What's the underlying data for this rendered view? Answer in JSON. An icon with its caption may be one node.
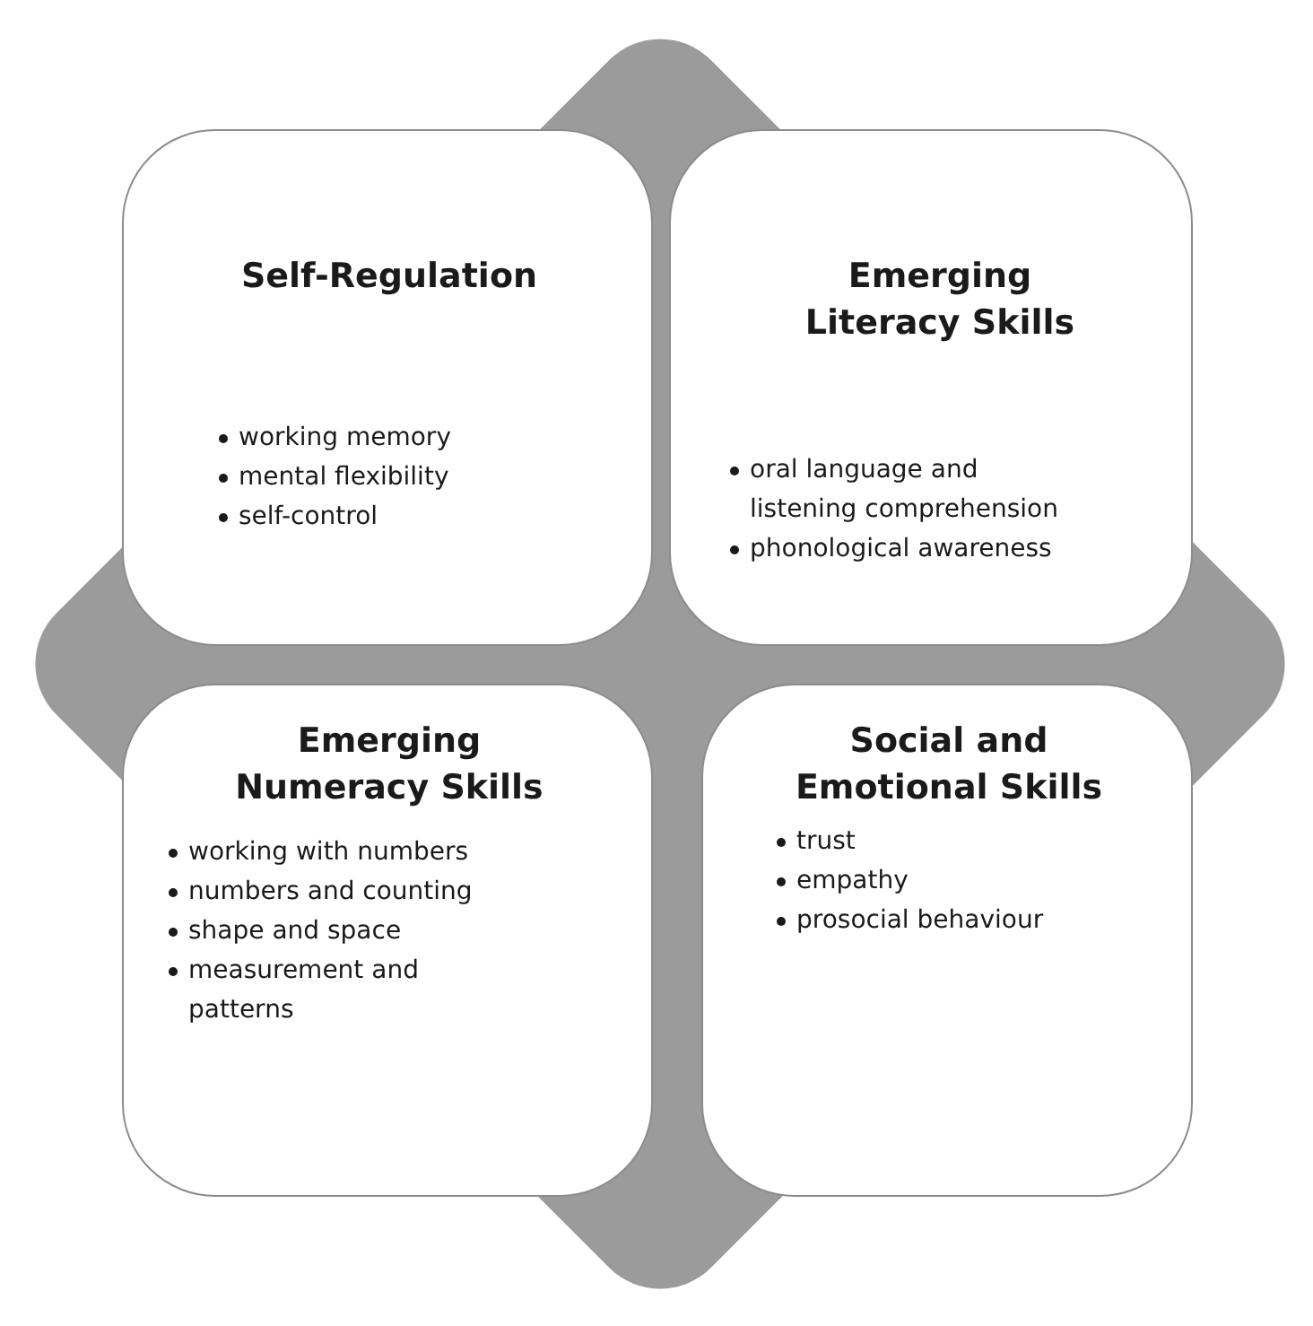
{
  "diagram": {
    "nodes": [
      {
        "text": [
          "Self-Regulation",
          "working memory",
          "mental flexibility",
          "self-control"
        ]
      },
      {
        "text": [
          "Emerging Literacy Skills",
          "oral language and listening comprehension",
          "phonological awareness"
        ]
      },
      {
        "text": [
          "Emerging Numeracy Skills",
          "working with numbers",
          "numbers and counting",
          "shape and space",
          "measurement and patterns"
        ]
      },
      {
        "text": [
          "Social and Emotional Skills",
          "trust",
          "empathy",
          "prosocial behaviour"
        ]
      }
    ]
  }
}
